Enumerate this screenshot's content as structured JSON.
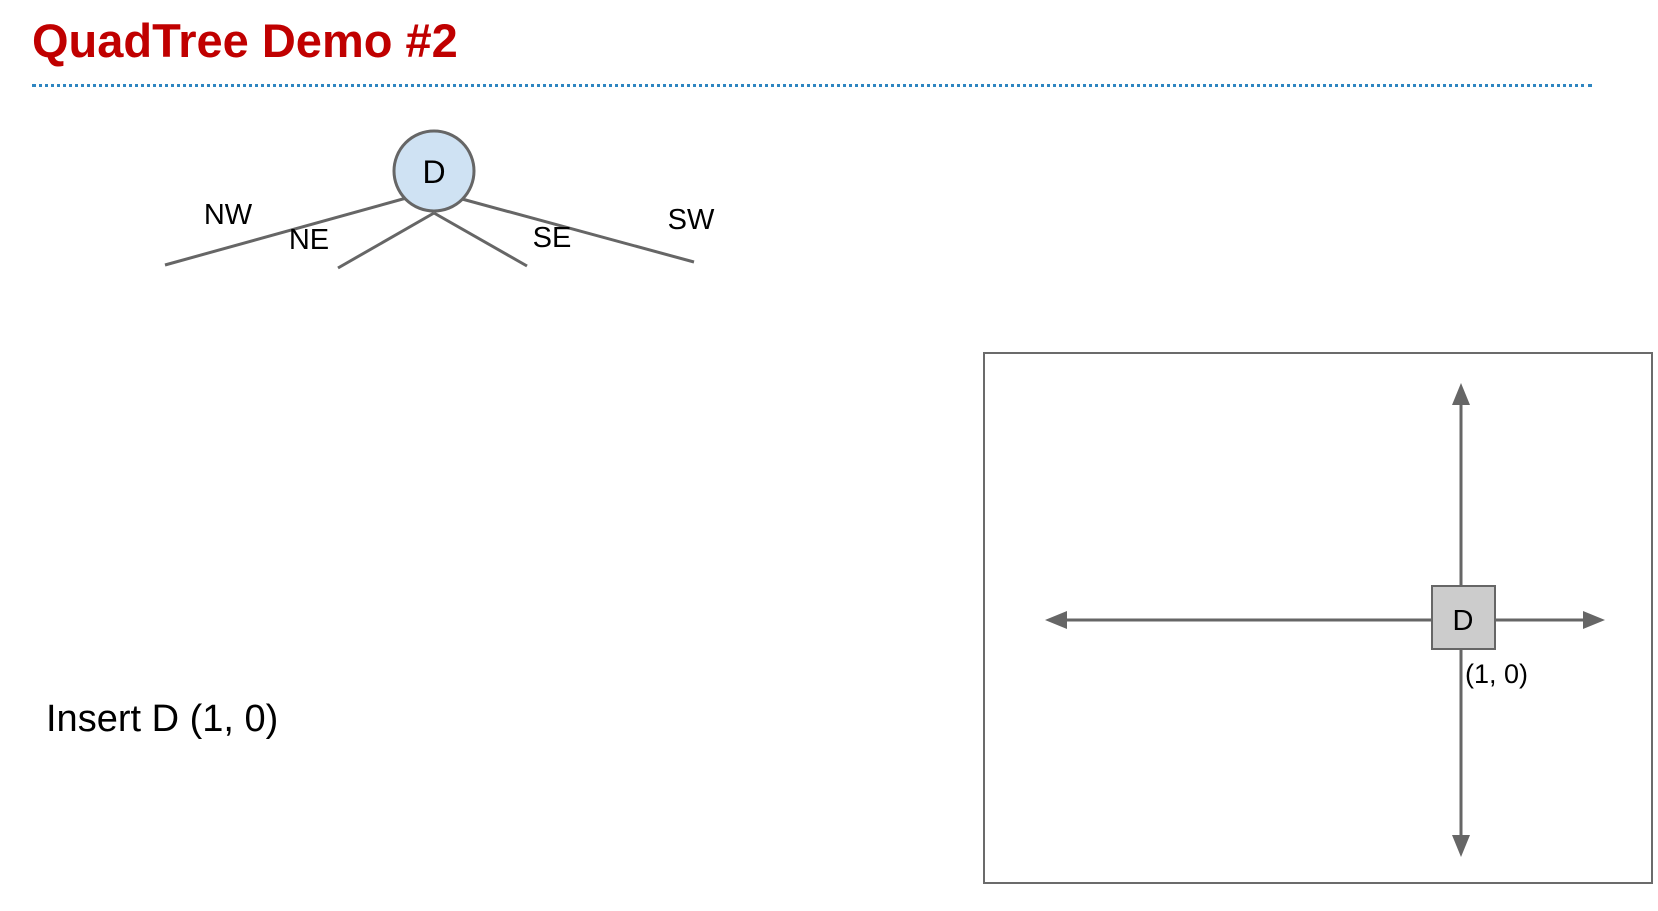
{
  "slide": {
    "title": "QuadTree Demo #2",
    "caption": "Insert D (1, 0)"
  },
  "tree": {
    "root_label": "D",
    "branches": [
      "NW",
      "NE",
      "SE",
      "SW"
    ]
  },
  "plane": {
    "point_label": "D",
    "point_coords": "(1, 0)"
  },
  "colors": {
    "title": "#c00000",
    "rule": "#2e86c1",
    "node_fill": "#cfe2f3",
    "box_fill": "#cccccc",
    "stroke": "#666666"
  }
}
